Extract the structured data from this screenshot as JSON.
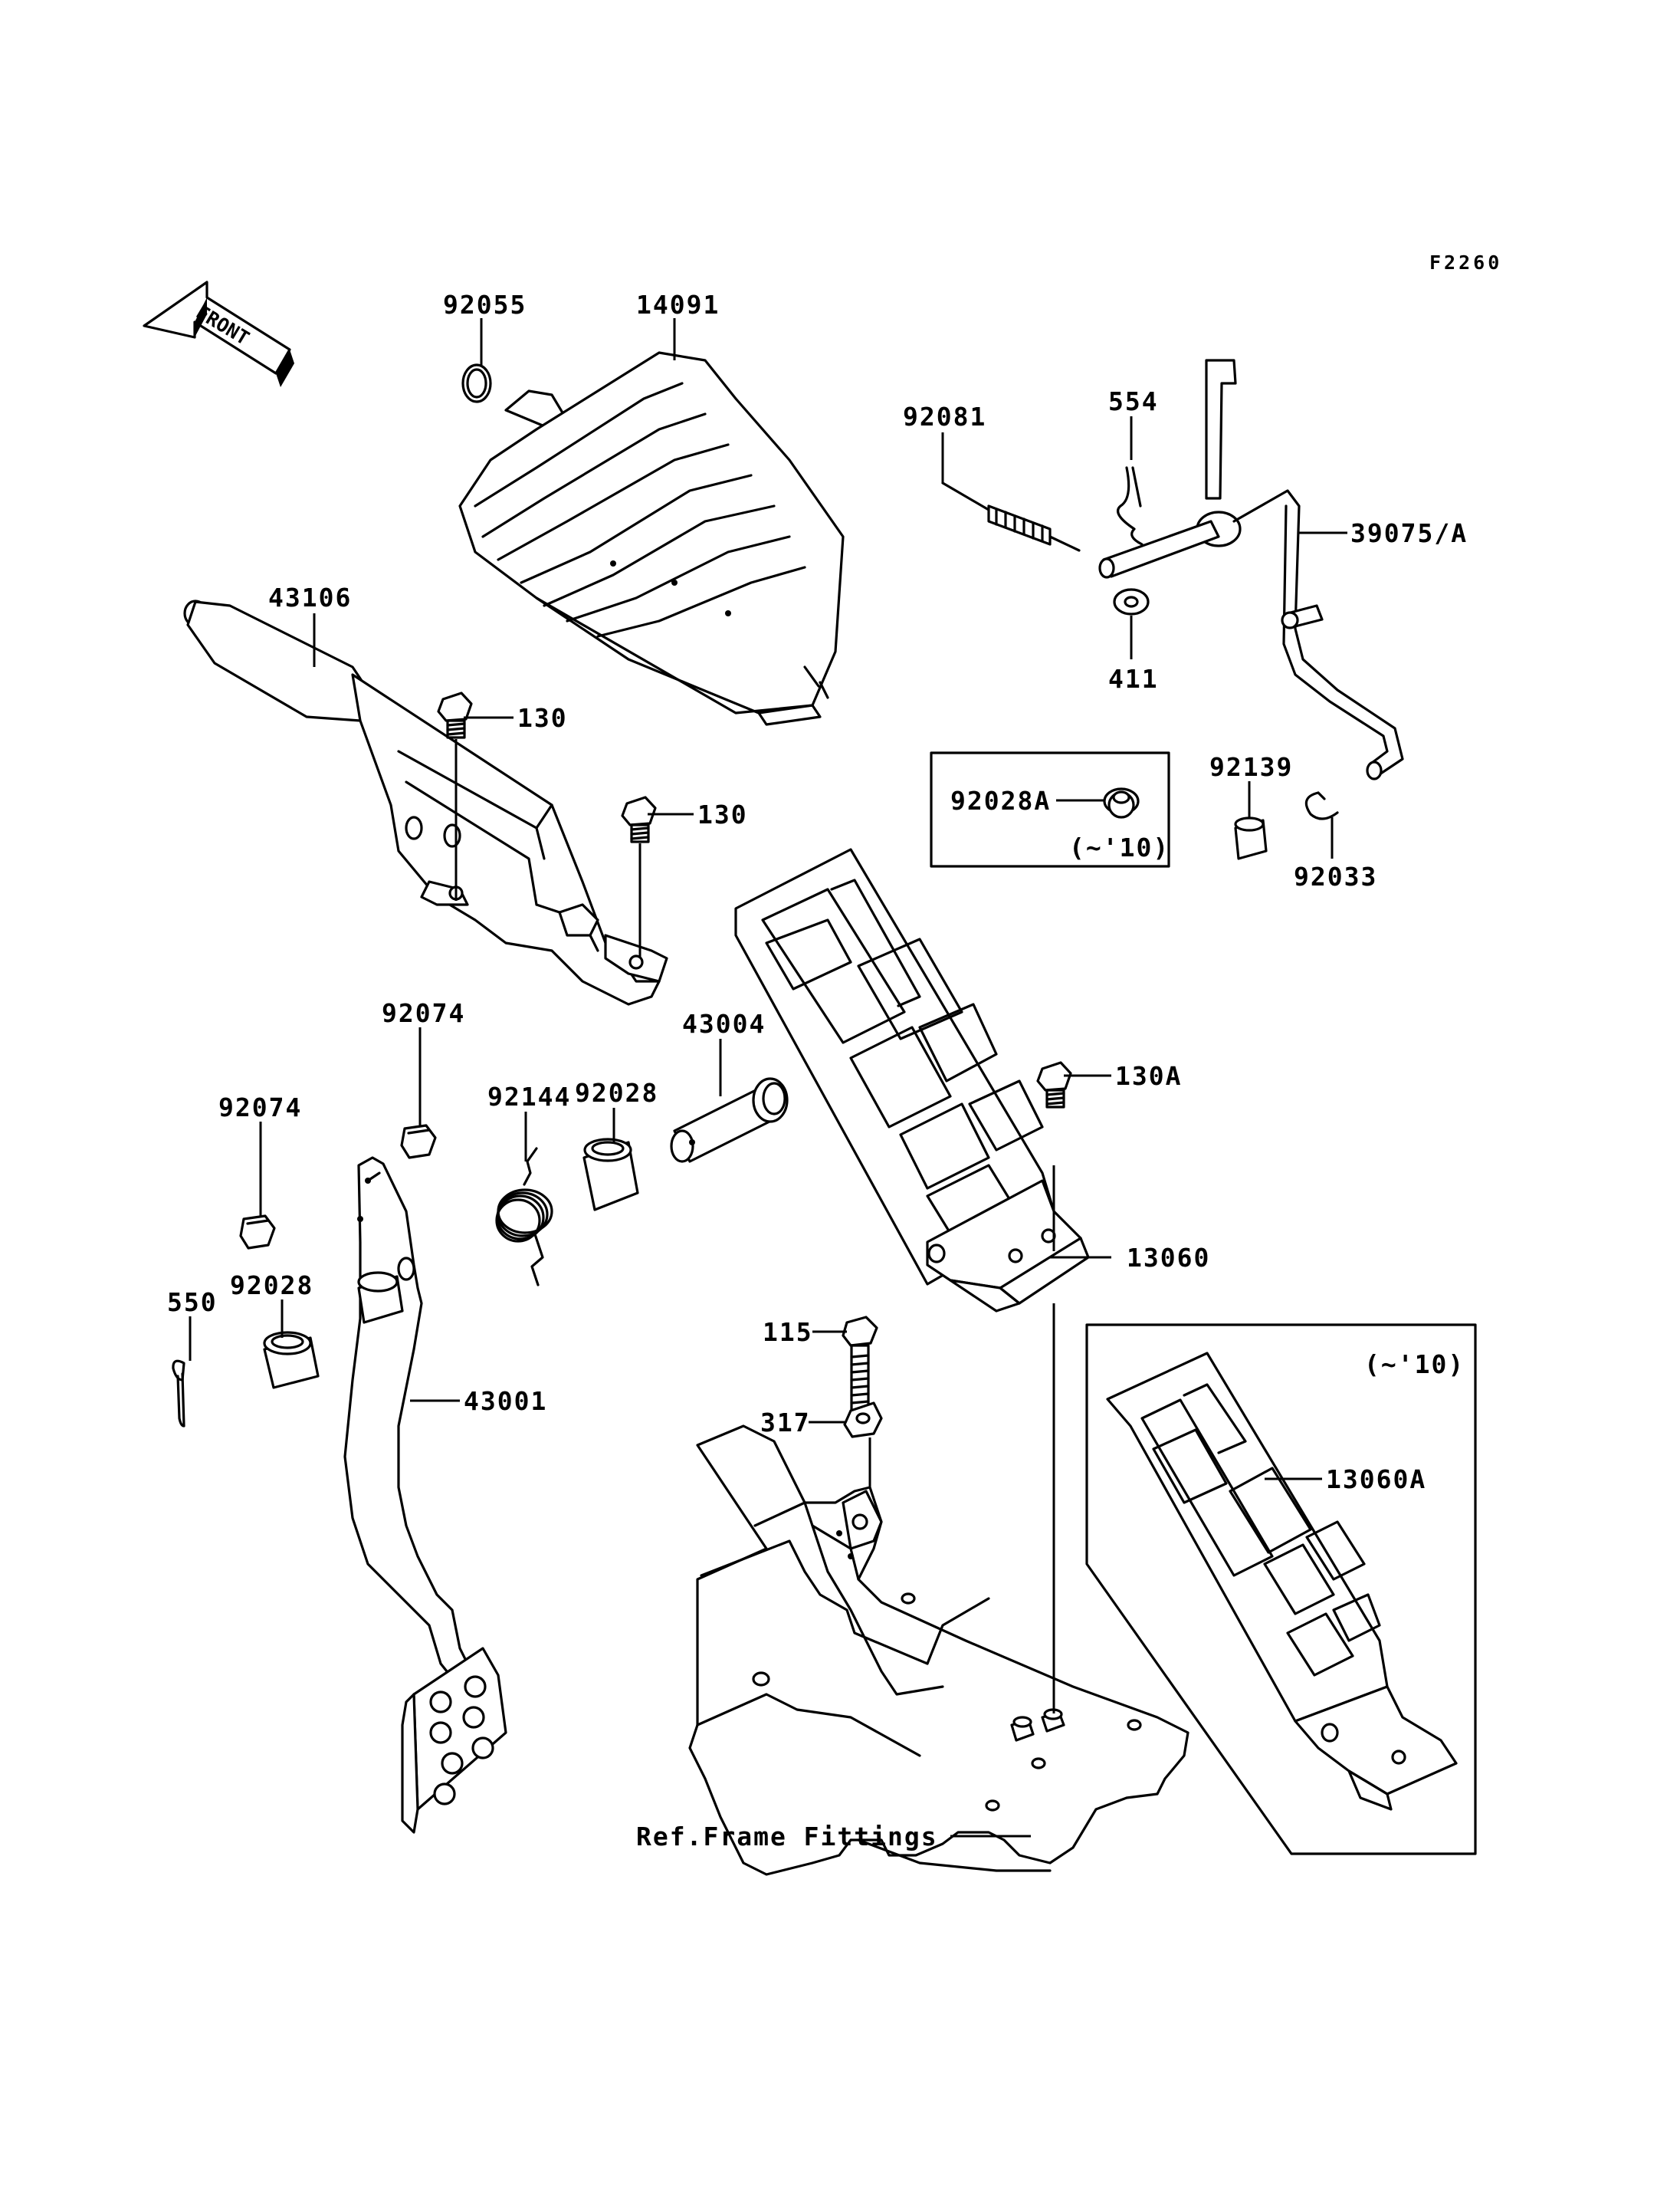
{
  "diagram_code": "F2260",
  "front_label": "FRONT",
  "labels": {
    "p92055": "92055",
    "p14091": "14091",
    "p92081": "92081",
    "p554": "554",
    "p39075A": "39075/A",
    "p43106": "43106",
    "p130_a": "130",
    "p130_b": "130",
    "p411": "411",
    "p92028A": "92028A",
    "note_inset1": "(~'10)",
    "p92139": "92139",
    "p92033": "92033",
    "p92074_a": "92074",
    "p92074_b": "92074",
    "p43004": "43004",
    "p92144": "92144",
    "p92028_a": "92028",
    "p130A": "130A",
    "p13060": "13060",
    "p92028_b": "92028",
    "p550": "550",
    "p43001": "43001",
    "p115": "115",
    "p317": "317",
    "note_inset2": "(~'10)",
    "p13060A": "13060A",
    "ref_frame": "Ref.Frame Fittings"
  }
}
